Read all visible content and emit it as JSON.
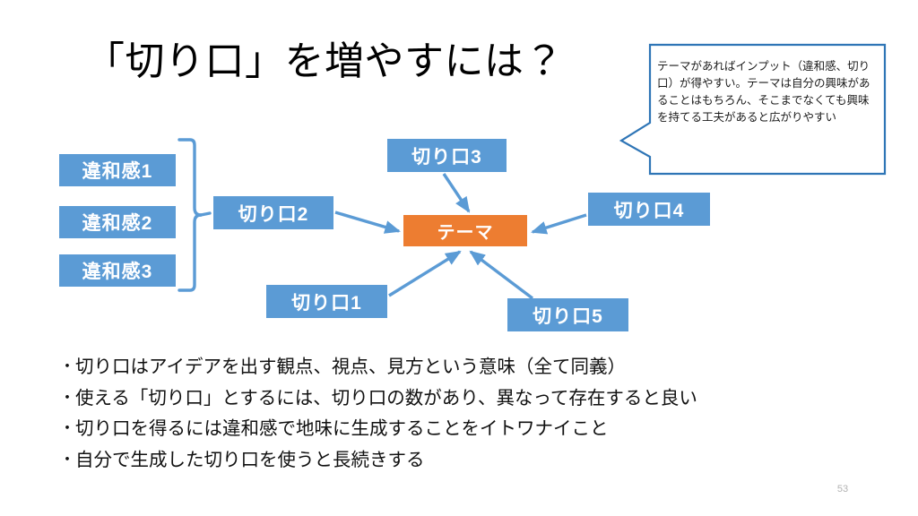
{
  "slide": {
    "title": "「切り口」を増やすには？",
    "page_number": "53",
    "background_color": "#FFFFFF"
  },
  "colors": {
    "node_blue": "#5B9BD5",
    "node_orange": "#ED7D31",
    "connector_blue": "#5B9BD5",
    "callout_border": "#2E75B6",
    "text_dark": "#111111",
    "page_number_gray": "#B3B3B3"
  },
  "callout": {
    "name": "theme-explanation-callout",
    "text": "テーマがあればインプット（違和感、切り口）が得やすい。テーマは自分の興味があることはもちろん、そこまでなくても興味を持てる工夫があると広がりやすい",
    "tail_direction": "left"
  },
  "diagram": {
    "center": {
      "label": "テーマ",
      "color": "#ED7D31"
    },
    "kiriguchi_nodes": [
      {
        "label": "切り口1",
        "color": "#5B9BD5"
      },
      {
        "label": "切り口2",
        "color": "#5B9BD5"
      },
      {
        "label": "切り口3",
        "color": "#5B9BD5"
      },
      {
        "label": "切り口4",
        "color": "#5B9BD5"
      },
      {
        "label": "切り口5",
        "color": "#5B9BD5"
      }
    ],
    "iwakan_nodes": [
      {
        "label": "違和感1",
        "color": "#5B9BD5"
      },
      {
        "label": "違和感2",
        "color": "#5B9BD5"
      },
      {
        "label": "違和感3",
        "color": "#5B9BD5"
      }
    ],
    "brace": {
      "name": "iwakan-group-brace",
      "orientation": "right-pointing",
      "groups": "違和感1-3 → 切り口2"
    },
    "arrows": [
      {
        "from": "切り口3",
        "to": "テーマ",
        "direction": "down"
      },
      {
        "from": "切り口2",
        "to": "テーマ",
        "direction": "right-down"
      },
      {
        "from": "切り口4",
        "to": "テーマ",
        "direction": "left-down"
      },
      {
        "from": "切り口1",
        "to": "テーマ",
        "direction": "up-right"
      },
      {
        "from": "切り口5",
        "to": "テーマ",
        "direction": "up-left"
      }
    ]
  },
  "bullets": [
    {
      "marker": "・",
      "text": "切り口はアイデアを出す観点、視点、見方という意味（全て同義）"
    },
    {
      "marker": "・",
      "text": "使える「切り口」とするには、切り口の数があり、異なって存在すると良い"
    },
    {
      "marker": "・",
      "text": "切り口を得るには違和感で地味に生成することをイトワナイこと"
    },
    {
      "marker": "・",
      "text": "自分で生成した切り口を使うと長続きする"
    }
  ]
}
